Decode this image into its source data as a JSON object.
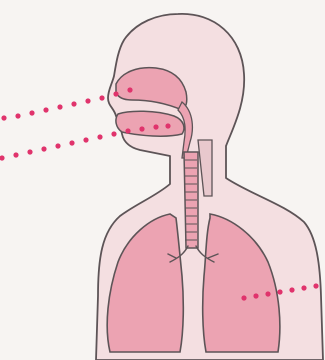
{
  "diagram": {
    "subject": "respiratory-system",
    "colors": {
      "background": "#f7f4f2",
      "body_fill": "#f4dfe1",
      "organ_fill": "#eca3b2",
      "outline": "#5d5457",
      "pointer_dots": "#e0336c"
    },
    "pointers": [
      {
        "target": "nasal-cavity"
      },
      {
        "target": "oral-cavity"
      },
      {
        "target": "lungs"
      }
    ]
  }
}
